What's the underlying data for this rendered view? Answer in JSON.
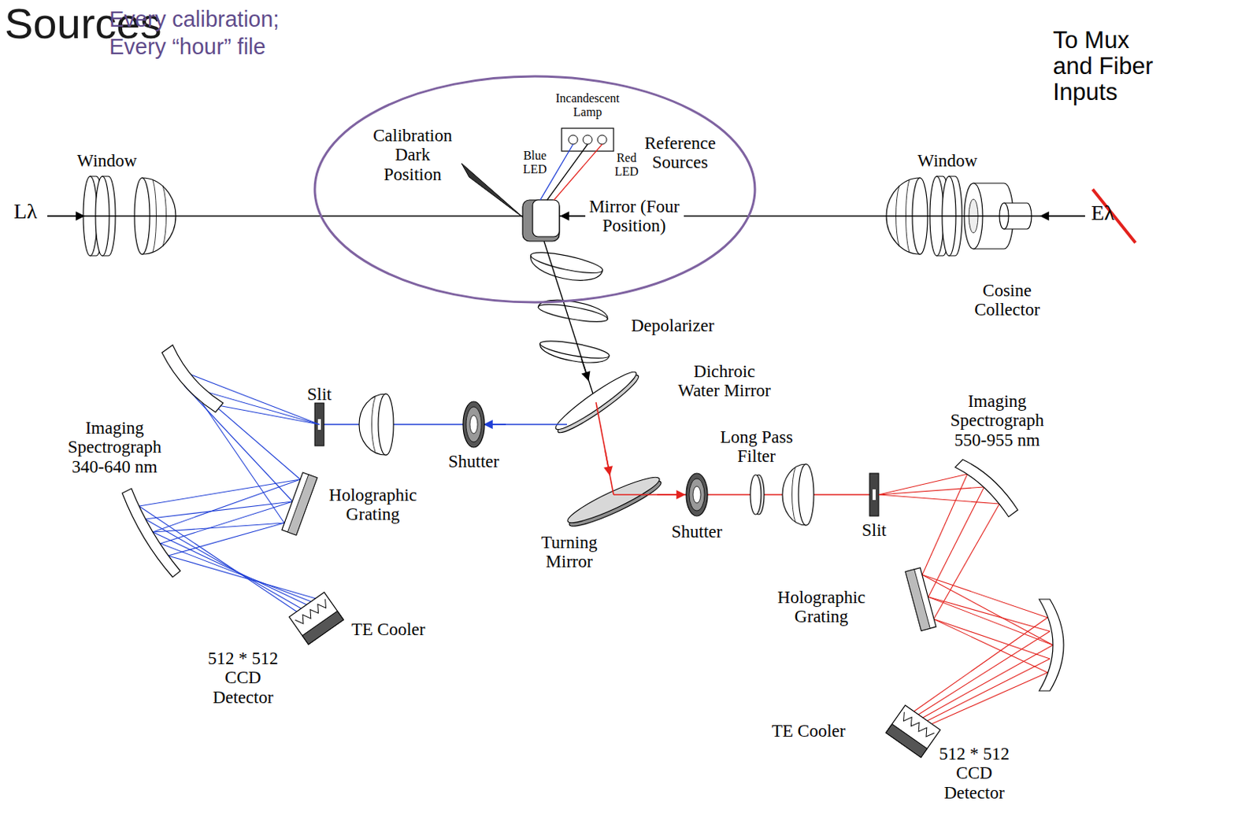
{
  "diagram": {
    "title": "Sources",
    "nodes": [
      {
        "text": [
          "Incandescent Lamp",
          "Calibration Dark Position",
          "Reference Sources",
          "Blue LED",
          "Red LED",
          "Mirror (Four Position)"
        ]
      }
    ],
    "labels": [
      "Every calibration;",
      "Every “hour” file",
      "To Mux and Fiber Inputs",
      "Window",
      "Window",
      "Lλ",
      "Eλ",
      "Cosine Collector",
      "Depolarizer",
      "Dichroic Water Mirror",
      "Imaging Spectrograph 340-640 nm",
      "Slit",
      "Shutter",
      "Long Pass Filter",
      "Imaging Spectrograph 550-955 nm",
      "Holographic Grating",
      "Turning Mirror",
      "Shutter",
      "Slit",
      "Holographic Grating",
      "TE Cooler",
      "512 * 512 CCD Detector",
      "TE Cooler",
      "512 * 512 CCD Detector"
    ]
  }
}
